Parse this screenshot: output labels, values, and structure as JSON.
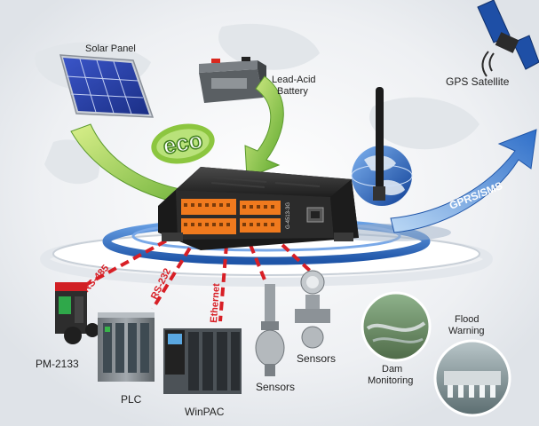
{
  "labels": {
    "solar_panel": "Solar Panel",
    "battery_line1": "Lead-Acid",
    "battery_line2": "Battery",
    "gps_satellite": "GPS Satellite",
    "eco": "eco",
    "gprs_sms": "GPRS/SMS",
    "rs485": "RS-485",
    "rs232": "RS-232",
    "ethernet": "Ethernet",
    "pm2133": "PM-2133",
    "plc": "PLC",
    "winpac": "WinPAC",
    "sensors_left": "Sensors",
    "sensors_right": "Sensors",
    "dam_line1": "Dam",
    "dam_line2": "Monitoring",
    "flood_line1": "Flood",
    "flood_line2": "Warning",
    "device_model": "G-4513-3G"
  },
  "colors": {
    "arrow_green": "#7cc242",
    "arrow_blue": "#3a7fd0",
    "link_red": "#d81f26",
    "ring_blue": "#2d6bc4",
    "device_body": "#2b2b2b",
    "terminal_orange": "#f07a1e"
  }
}
